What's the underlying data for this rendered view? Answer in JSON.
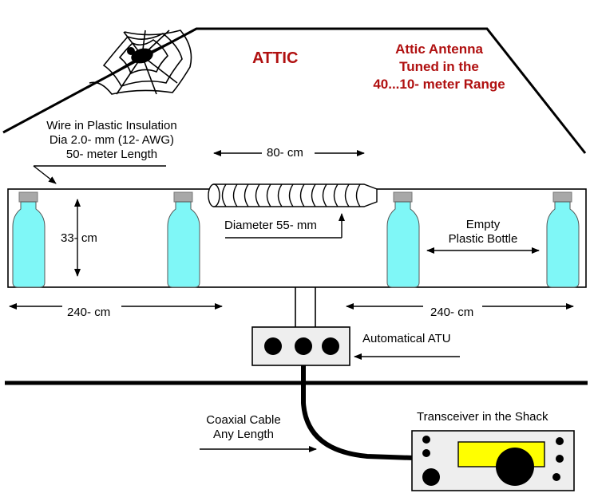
{
  "labels": {
    "attic": "ATTIC",
    "title_line1": "Attic Antenna",
    "title_line2": "Tuned in the",
    "title_line3": "40...10- meter Range",
    "wire_line1": "Wire in Plastic Insulation",
    "wire_line2": "Dia 2.0- mm (12- AWG)",
    "wire_line3": "50- meter Length",
    "coil_length": "80- cm",
    "coil_diameter": "Diameter 55- mm",
    "bottle_height": "33- cm",
    "bottle_line1": "Empty",
    "bottle_line2": "Plastic Bottle",
    "left_span": "240- cm",
    "right_span": "240- cm",
    "atu": "Automatical ATU",
    "coax_line1": "Coaxial Cable",
    "coax_line2": "Any Length",
    "transceiver": "Transceiver in the Shack"
  },
  "colors": {
    "title_red": "#b01010",
    "bottle_cyan": "#7ff7f7",
    "bottle_cap": "#a8a8a8",
    "atu_box": "#eeeeee",
    "display_yellow": "#ffff00"
  }
}
